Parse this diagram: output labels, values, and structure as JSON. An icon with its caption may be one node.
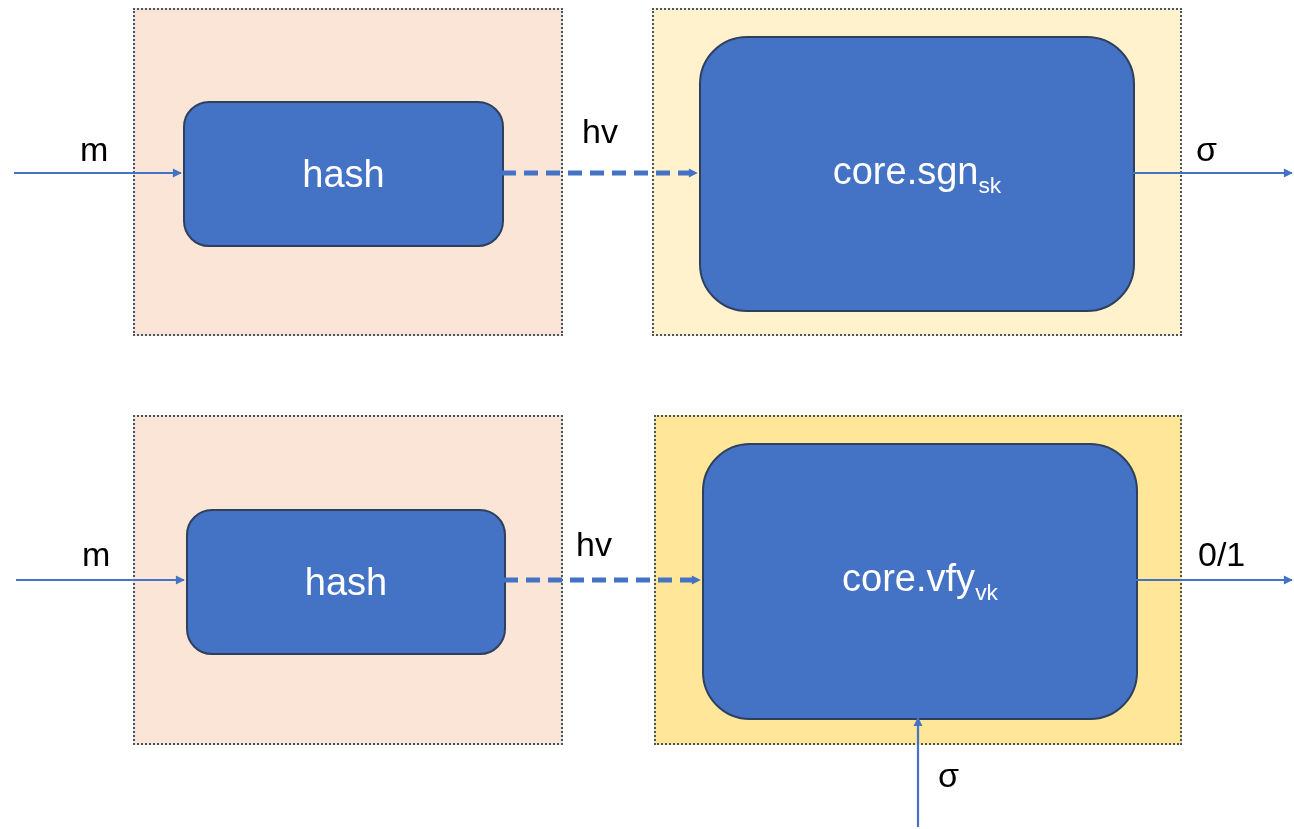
{
  "diagram": {
    "nodes": [
      {
        "text": [],
        "shape": "box"
      },
      {
        "text": [
          "hash"
        ],
        "in": 0
      },
      {
        "text": [],
        "shape": "box"
      },
      {
        "text": [
          "core.sgn$_{sk}$"
        ],
        "in": 2
      },
      {
        "text": [],
        "shape": "box"
      },
      {
        "text": [
          "hash"
        ],
        "in": 4
      },
      {
        "text": [],
        "shape": "box"
      },
      {
        "text": [
          "core.vfy$_{vk}$"
        ],
        "in": 6
      }
    ],
    "edges": [
      {
        "from": null,
        "to": 1,
        "arrow": "to",
        "label": "m"
      },
      {
        "from": 1,
        "to": 3,
        "arrow": "to",
        "label": "hv",
        "style": "dashed"
      },
      {
        "from": 3,
        "to": null,
        "arrow": "to",
        "label": "σ"
      },
      {
        "from": null,
        "to": 5,
        "arrow": "to",
        "label": "m"
      },
      {
        "from": 5,
        "to": 7,
        "arrow": "to",
        "label": "hv",
        "style": "dashed"
      },
      {
        "from": 7,
        "to": null,
        "arrow": "to",
        "label": "0/1"
      },
      {
        "from": null,
        "to": 7,
        "arrow": "to",
        "label": "σ"
      }
    ]
  }
}
